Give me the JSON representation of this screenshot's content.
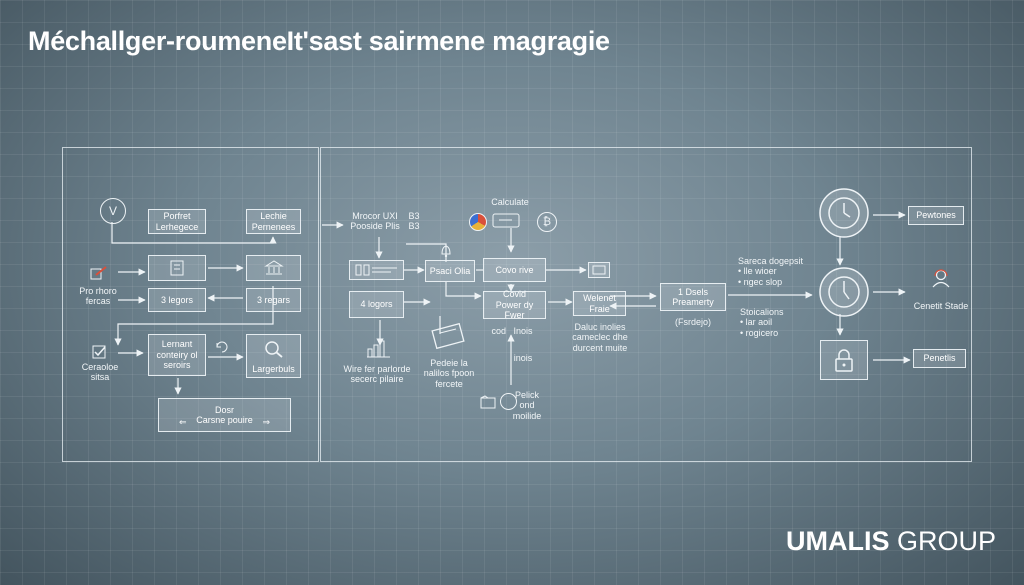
{
  "title": "Méchallger-roumeneIt'sast sairmene magragie",
  "logo": {
    "bold": "UMALIS",
    "rest": " GROUP"
  },
  "left_panel": {
    "v_badge": "V",
    "box_top_1": [
      "Porfret",
      "Lerhegece"
    ],
    "box_top_2": [
      "Lechie",
      "Pernenees"
    ],
    "label_pro": [
      "Pro rhoro",
      "fercas"
    ],
    "box_3_left": "3 legors",
    "box_3_right": "3 regars",
    "label_cerasoe": [
      "Ceraoloe",
      "sitsa"
    ],
    "box_lernant": [
      "Lernant",
      "conteiry ol",
      "seroirs"
    ],
    "box_larger": "Largerbuls",
    "box_dosr": [
      "Dosr",
      "Carsne pouire"
    ]
  },
  "middle_panel": {
    "label_mrocor": [
      "Mrocor UXI",
      "Pooside Plis"
    ],
    "label_num": [
      "B3",
      "B3"
    ],
    "label_calculate": "Calculate",
    "box_psaci": "Psaci Olia",
    "box_cove": "Covo rive",
    "box_4_logors": "4 logors",
    "box_covid": [
      "Covid",
      "Power dy",
      "Fwer"
    ],
    "label_cod": [
      "cod",
      "Inois"
    ],
    "label_inois": "inois",
    "label_wire": [
      "Wire fer parlorde",
      "secerc pilaire"
    ],
    "label_pedeie": [
      "Pedeie la",
      "nalilos fpoon",
      "fercete"
    ],
    "label_pelick": [
      "Pelick",
      "ond",
      "moilide"
    ],
    "box_welenet": [
      "Welenet",
      "Fraie"
    ],
    "label_daluc": [
      "Daluc inolies",
      "cameclec dhe",
      "durcent muite"
    ],
    "box_dsels": [
      "1 Dsels",
      "Preamerty"
    ],
    "label_fsrdejo": "(Fsrdejo)"
  },
  "right_panel": {
    "label_sareca": [
      "Sareca dogepsit",
      "• lle wioer",
      "• ngec slop"
    ],
    "label_stoicalions": [
      "Stoicalions",
      "• lar aoil",
      "• rogicero"
    ],
    "box_pewtones": "Pewtones",
    "label_cenetit": "Cenetit Stade",
    "box_penetlis": "Penetlis"
  },
  "colors": {
    "line": "#eef3f6",
    "box_fill": "rgba(232,238,242,0.18)",
    "accent_red": "#d9503a",
    "accent_yellow": "#e8b23a",
    "accent_blue": "#3d6fd1"
  }
}
